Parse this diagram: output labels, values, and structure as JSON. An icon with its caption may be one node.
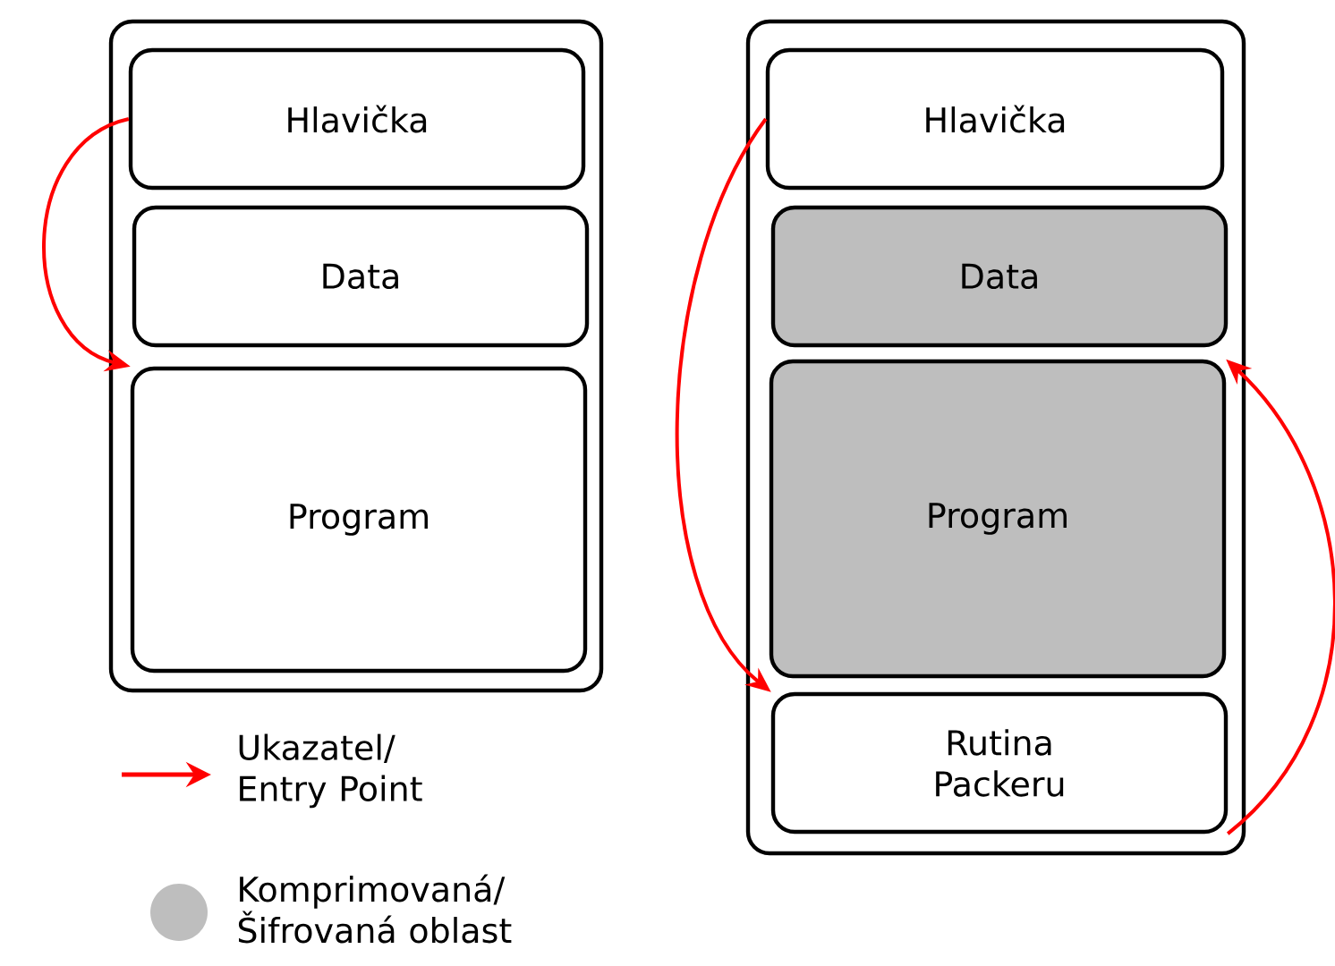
{
  "diagram": {
    "nodes": [
      {
        "text": [],
        "shape": "box"
      },
      {
        "text": [
          "Hlavička"
        ],
        "in": 0
      },
      {
        "text": [
          "Data"
        ],
        "in": 0
      },
      {
        "text": [
          "Program"
        ],
        "in": 0
      },
      {
        "text": [],
        "shape": "box"
      },
      {
        "text": [
          "Hlavička"
        ],
        "in": 4
      },
      {
        "text": [
          "Data"
        ],
        "in": 4
      },
      {
        "text": [
          "Program"
        ],
        "in": 4
      },
      {
        "text": [
          "Rutina Packeru"
        ],
        "in": 4
      }
    ],
    "edges": [
      {
        "from": 1,
        "to": 3,
        "arrow": "to"
      },
      {
        "from": 5,
        "to": 8,
        "arrow": "to"
      },
      {
        "from": 8,
        "to": 7,
        "arrow": "to"
      }
    ],
    "legend": [
      {
        "text": "Ukazatel/ Entry Point"
      },
      {
        "text": "Komprimovaná/ Šifrovaná oblast",
        "color": "#bebebe"
      }
    ]
  }
}
